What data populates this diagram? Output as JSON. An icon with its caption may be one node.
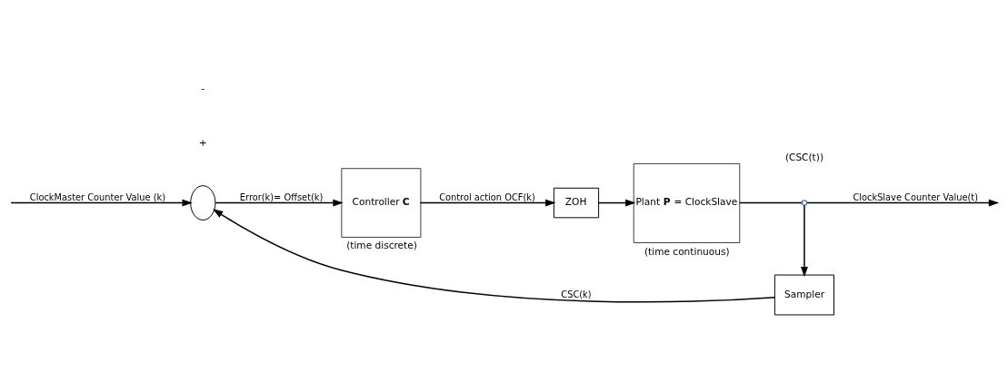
{
  "diagram": {
    "nodes": [
      {
        "text": [],
        "shape": "circle"
      },
      {
        "text": [
          "Controller **C**"
        ],
        "beside": [
          "(time discrete)"
        ]
      },
      {
        "text": [
          "ZOH"
        ]
      },
      {
        "text": [
          "Plant **P** = ClockSlave"
        ],
        "beside": [
          "(time continuous)"
        ]
      },
      {
        "text": [
          "Sampler"
        ]
      },
      {
        "text": [],
        "shape": "circle"
      }
    ],
    "edges": [
      {
        "from": null,
        "to": 0,
        "arrow": "to",
        "label": "ClockMaster Counter Value (k)"
      },
      {
        "from": 0,
        "to": 1,
        "arrow": "to",
        "label": "Error(k)= Offset(k)"
      },
      {
        "from": 1,
        "to": 2,
        "arrow": "to",
        "label": "Control action OCF(k)"
      },
      {
        "from": 2,
        "to": 3,
        "arrow": "to"
      },
      {
        "from": 3,
        "to": 5,
        "arrow": "none"
      },
      {
        "from": 5,
        "to": null,
        "arrow": "to",
        "label": "ClockSlave Counter Value(t)"
      },
      {
        "from": 5,
        "to": 4,
        "arrow": "to"
      },
      {
        "from": 4,
        "to": 0,
        "arrow": "to",
        "label": "CSC(k)"
      }
    ],
    "labels": [
      "+",
      "-",
      "(CSC(t))"
    ]
  }
}
